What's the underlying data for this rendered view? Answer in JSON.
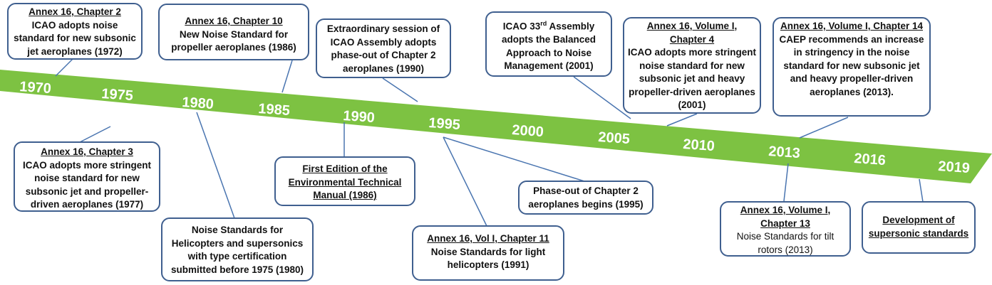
{
  "timeline": {
    "years": [
      "1970",
      "1975",
      "1980",
      "1985",
      "1990",
      "1995",
      "2000",
      "2005",
      "2010",
      "2013",
      "2016",
      "2019"
    ],
    "band_color": "#7dc242",
    "border_color": "#3f5f8f",
    "connector_color": "#4a75b0"
  },
  "events": [
    {
      "id": "c2",
      "heading": "Annex 16, Chapter 2",
      "body": "ICAO adopts noise standard for new subsonic jet aeroplanes (1972)"
    },
    {
      "id": "c10",
      "heading": "Annex 16, Chapter 10",
      "body": "New Noise Standard for propeller aeroplanes (1986)"
    },
    {
      "id": "extra",
      "heading": "",
      "body": "Extraordinary session of ICAO Assembly adopts phase-out of Chapter 2 aeroplanes (1990)"
    },
    {
      "id": "a33",
      "heading": "",
      "body_pre": "ICAO 33",
      "body_sup": "rd",
      "body_post": " Assembly adopts the Balanced Approach to Noise Management (2001)"
    },
    {
      "id": "c4",
      "heading": "Annex 16, Volume I, Chapter 4",
      "body": "ICAO adopts more stringent  noise standard for new subsonic jet and heavy propeller-driven aeroplanes (2001)"
    },
    {
      "id": "c14",
      "heading": "Annex 16, Volume I, Chapter 14",
      "body": "CAEP recommends an increase in stringency in the noise standard for new subsonic jet and heavy propeller-driven aeroplanes (2013)."
    },
    {
      "id": "c3",
      "heading": "Annex 16, Chapter 3",
      "body": "ICAO adopts more stringent noise standard for new subsonic jet and propeller-driven aeroplanes (1977)"
    },
    {
      "id": "heli",
      "heading": "",
      "body": "Noise Standards for Helicopters and supersonics with type certification submitted before 1975 (1980)"
    },
    {
      "id": "etm",
      "heading": "First Edition of the Environmental Technical Manual (1986)",
      "body": ""
    },
    {
      "id": "c11",
      "heading": "Annex 16, Vol I, Chapter 11",
      "body": "Noise Standards for light helicopters (1991)"
    },
    {
      "id": "phase",
      "heading": "",
      "body": "Phase-out of Chapter 2 aeroplanes begins (1995)"
    },
    {
      "id": "c13",
      "heading": "Annex 16, Volume I, Chapter 13",
      "body": "Noise Standards for tilt rotors  (2013)"
    },
    {
      "id": "super",
      "heading": "Development of supersonic standards",
      "body": ""
    }
  ]
}
